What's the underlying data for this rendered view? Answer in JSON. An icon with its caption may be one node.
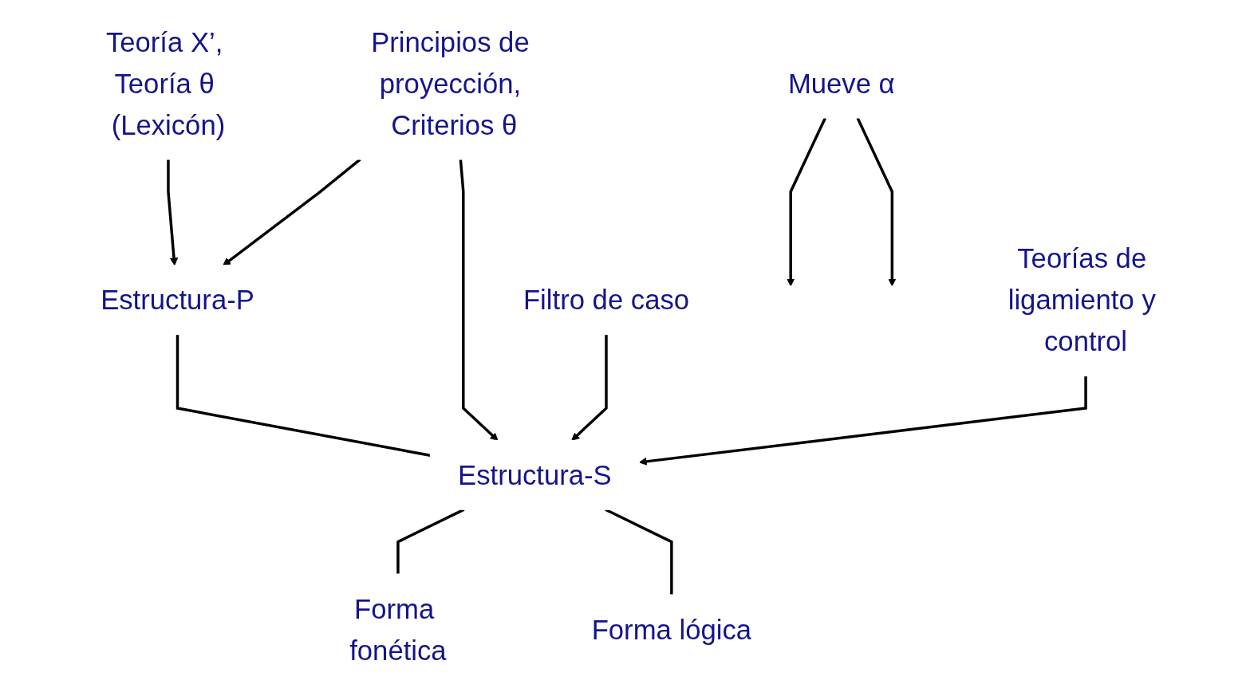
{
  "diagram": {
    "nodes": [
      {
        "text": [
          "Estructura-P"
        ]
      },
      {
        "text": [
          "Teoría X’, Teoría θ (Lexicón)"
        ]
      },
      {
        "text": [
          "Principios de proyección, Criterios θ"
        ]
      },
      {
        "text": [
          "Mueve α"
        ]
      },
      {
        "text": [
          "Filtro de caso"
        ]
      },
      {
        "text": [
          "Estructura-S"
        ]
      },
      {
        "text": [
          "Forma fonética"
        ]
      },
      {
        "text": [
          "Teorías de ligamiento y control"
        ]
      },
      {
        "text": [
          "Forma lógica"
        ]
      }
    ],
    "edges": [
      {
        "from": 1,
        "to": 0,
        "arrow": "to"
      },
      {
        "from": 0,
        "to": 5,
        "arrow": "none"
      },
      {
        "from": 2,
        "to": 0,
        "arrow": "to"
      },
      {
        "from": 2,
        "to": 5,
        "arrow": "to"
      },
      {
        "from": 3,
        "to": null,
        "arrow": "to"
      },
      {
        "from": 3,
        "to": null,
        "arrow": "to"
      },
      {
        "from": 4,
        "to": 5,
        "arrow": "to"
      },
      {
        "from": 5,
        "to": 6,
        "arrow": "none"
      },
      {
        "from": 7,
        "to": 5,
        "arrow": "to"
      },
      {
        "from": 5,
        "to": 8,
        "arrow": "none"
      }
    ]
  }
}
